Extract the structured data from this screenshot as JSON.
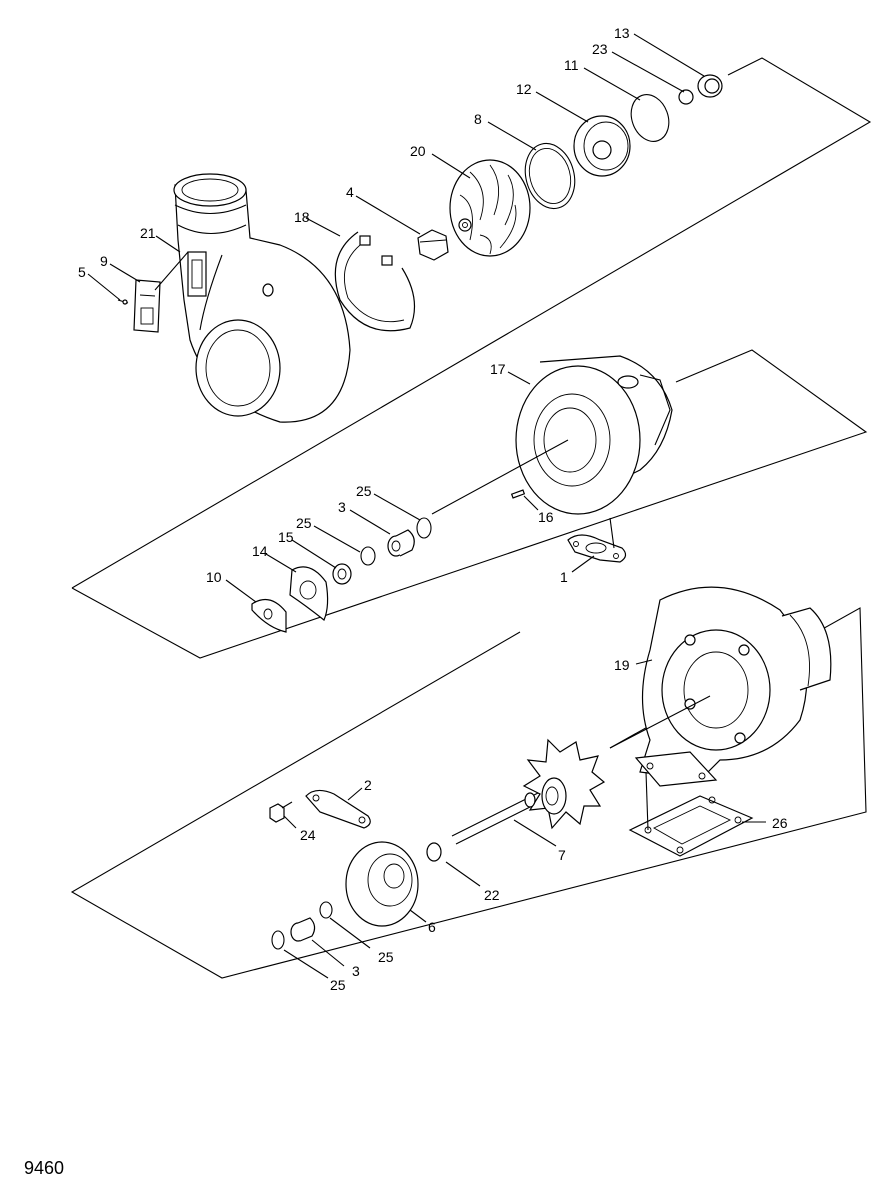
{
  "figure_number": "9460",
  "callouts": {
    "c1": "1",
    "c2": "2",
    "c3a": "3",
    "c3b": "3",
    "c4": "4",
    "c5": "5",
    "c6": "6",
    "c7": "7",
    "c8": "8",
    "c9": "9",
    "c10": "10",
    "c11": "11",
    "c12": "12",
    "c13": "13",
    "c14": "14",
    "c15": "15",
    "c16": "16",
    "c17": "17",
    "c18": "18",
    "c19": "19",
    "c20": "20",
    "c21": "21",
    "c22": "22",
    "c23": "23",
    "c24": "24",
    "c25a": "25",
    "c25b": "25",
    "c25c": "25",
    "c25d": "25",
    "c26": "26"
  },
  "colors": {
    "line": "#000000",
    "background": "#ffffff"
  }
}
